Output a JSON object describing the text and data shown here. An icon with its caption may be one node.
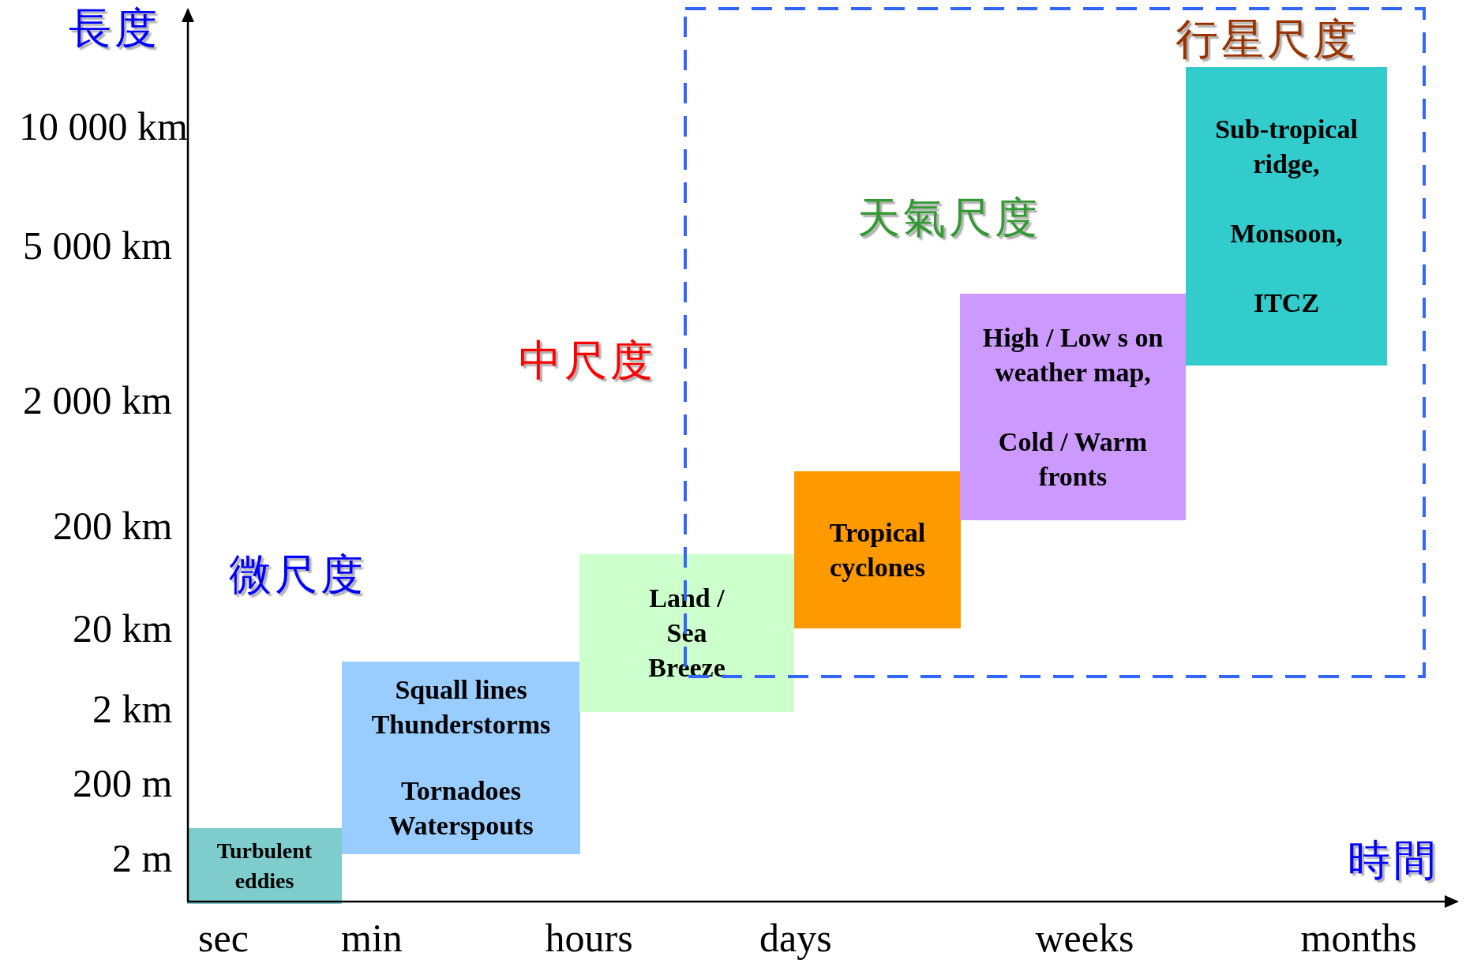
{
  "diagram": {
    "nodes": [
      {
        "text": [
          "Turbulent eddies"
        ]
      },
      {
        "text": [
          "Squall lines Thunderstorms",
          "Tornadoes Waterspouts"
        ]
      },
      {
        "text": [
          "Land / Sea Breeze"
        ]
      },
      {
        "text": [
          "Tropical cyclones"
        ]
      },
      {
        "text": [
          "High / Low s on weather map,",
          "Cold / Warm fronts"
        ]
      },
      {
        "text": [
          "Sub-tropical ridge,",
          "Monsoon,",
          "ITCZ"
        ]
      }
    ],
    "labels": [
      "長度",
      "行星尺度",
      "10 000 km",
      "天氣尺度",
      "5 000 km",
      "中尺度",
      "2 000 km",
      "200 km",
      "微尺度",
      "20 km",
      "2 km",
      "200 m",
      "時間",
      "2 m",
      "sec",
      "min",
      "hours",
      "days",
      "weeks",
      "months"
    ]
  }
}
